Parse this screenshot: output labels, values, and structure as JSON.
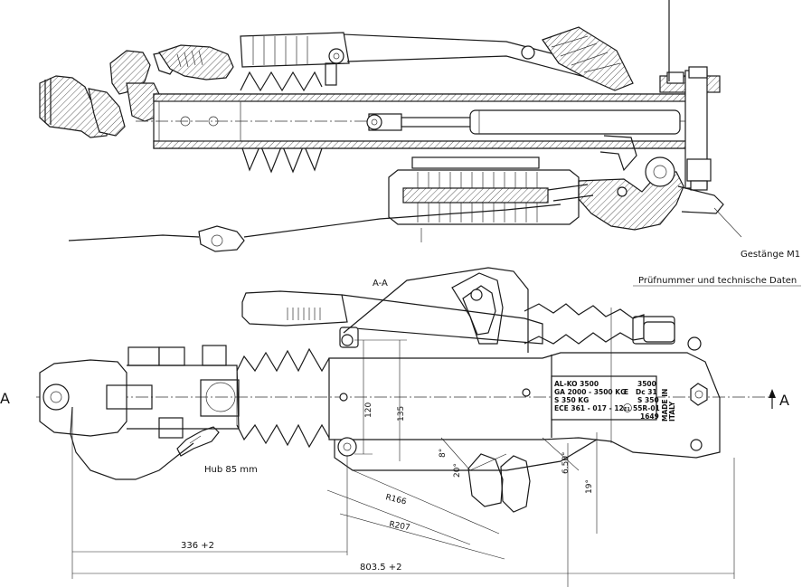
{
  "labels": {
    "gestaenge": "Gestänge M1",
    "pruefnummer": "Prüfnummer und technische Daten",
    "section": "A-A",
    "section_left": "A",
    "section_right": "A",
    "hub": "Hub 85 mm"
  },
  "dimensions": {
    "d120": "120",
    "d135": "135",
    "r166": "R166",
    "r207": "R207",
    "a8": "8°",
    "a20": "20°",
    "a650": "6.50°",
    "a19": "19°",
    "l336": "336 +2",
    "l803": "803.5 +2"
  },
  "plate": {
    "line1_left": "AL-KO 3500",
    "line1_right": "3500",
    "line2_left": "GA 2000 - 3500 KG",
    "line2_mid": "E",
    "line2_right": "Dc 31",
    "line3_left": "S 350 KG",
    "line3_right": "S 350",
    "line4_left": "ECE 361 - 017 - 12",
    "line4_mark": "E1",
    "line4_right": "55R-01",
    "line5_right": "1649",
    "made_in": "MADE IN",
    "country": "ITALY"
  }
}
